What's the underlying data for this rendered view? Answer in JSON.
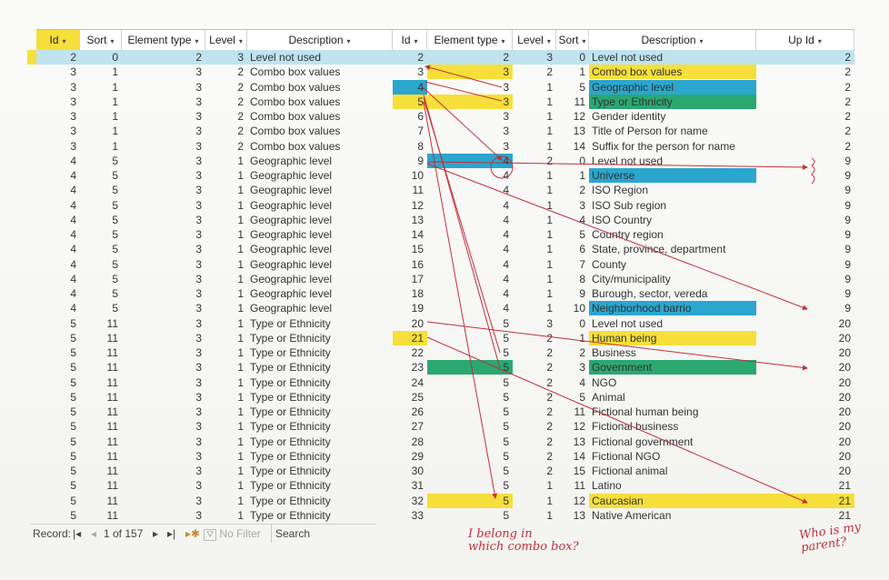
{
  "headers": {
    "left": [
      {
        "label": "Id",
        "arrow": "▾"
      },
      {
        "label": "Sort",
        "arrow": "▾"
      },
      {
        "label": "Element type",
        "arrow": "▾"
      },
      {
        "label": "Level",
        "arrow": "▾"
      },
      {
        "label": "Description",
        "arrow": "▾"
      }
    ],
    "right": [
      {
        "label": "Id",
        "arrow": "▾"
      },
      {
        "label": "Element type",
        "arrow": "▾"
      },
      {
        "label": "Level",
        "arrow": "▾"
      },
      {
        "label": "Sort",
        "arrow": "▾"
      },
      {
        "label": "Description",
        "arrow": "▾"
      },
      {
        "label": "Up Id",
        "arrow": "▾"
      }
    ]
  },
  "rows": [
    [
      "2",
      "0",
      "2",
      "3",
      "Level not used",
      "2",
      "2",
      "3",
      "0",
      "Level not used",
      "2"
    ],
    [
      "3",
      "1",
      "3",
      "2",
      "Combo box values",
      "3",
      "3",
      "2",
      "1",
      "Combo box values",
      "2"
    ],
    [
      "3",
      "1",
      "3",
      "2",
      "Combo box values",
      "4",
      "3",
      "1",
      "5",
      "Geographic level",
      "2"
    ],
    [
      "3",
      "1",
      "3",
      "2",
      "Combo box values",
      "5",
      "3",
      "1",
      "11",
      "Type or Ethnicity",
      "2"
    ],
    [
      "3",
      "1",
      "3",
      "2",
      "Combo box values",
      "6",
      "3",
      "1",
      "12",
      "Gender identity",
      "2"
    ],
    [
      "3",
      "1",
      "3",
      "2",
      "Combo box values",
      "7",
      "3",
      "1",
      "13",
      "Title of Person for name",
      "2"
    ],
    [
      "3",
      "1",
      "3",
      "2",
      "Combo box values",
      "8",
      "3",
      "1",
      "14",
      "Suffix for the person for name",
      "2"
    ],
    [
      "4",
      "5",
      "3",
      "1",
      "Geographic level",
      "9",
      "4",
      "2",
      "0",
      "Level not used",
      "9"
    ],
    [
      "4",
      "5",
      "3",
      "1",
      "Geographic level",
      "10",
      "4",
      "1",
      "1",
      "Universe",
      "9"
    ],
    [
      "4",
      "5",
      "3",
      "1",
      "Geographic level",
      "11",
      "4",
      "1",
      "2",
      "ISO Region",
      "9"
    ],
    [
      "4",
      "5",
      "3",
      "1",
      "Geographic level",
      "12",
      "4",
      "1",
      "3",
      "ISO Sub region",
      "9"
    ],
    [
      "4",
      "5",
      "3",
      "1",
      "Geographic level",
      "13",
      "4",
      "1",
      "4",
      "ISO Country",
      "9"
    ],
    [
      "4",
      "5",
      "3",
      "1",
      "Geographic level",
      "14",
      "4",
      "1",
      "5",
      "Country region",
      "9"
    ],
    [
      "4",
      "5",
      "3",
      "1",
      "Geographic level",
      "15",
      "4",
      "1",
      "6",
      "State, province, department",
      "9"
    ],
    [
      "4",
      "5",
      "3",
      "1",
      "Geographic level",
      "16",
      "4",
      "1",
      "7",
      "County",
      "9"
    ],
    [
      "4",
      "5",
      "3",
      "1",
      "Geographic level",
      "17",
      "4",
      "1",
      "8",
      "City/municipality",
      "9"
    ],
    [
      "4",
      "5",
      "3",
      "1",
      "Geographic level",
      "18",
      "4",
      "1",
      "9",
      "Burough, sector, vereda",
      "9"
    ],
    [
      "4",
      "5",
      "3",
      "1",
      "Geographic level",
      "19",
      "4",
      "1",
      "10",
      "Neighborhood barrio",
      "9"
    ],
    [
      "5",
      "11",
      "3",
      "1",
      "Type or Ethnicity",
      "20",
      "5",
      "3",
      "0",
      "Level not used",
      "20"
    ],
    [
      "5",
      "11",
      "3",
      "1",
      "Type or Ethnicity",
      "21",
      "5",
      "2",
      "1",
      "Human being",
      "20"
    ],
    [
      "5",
      "11",
      "3",
      "1",
      "Type or Ethnicity",
      "22",
      "5",
      "2",
      "2",
      "Business",
      "20"
    ],
    [
      "5",
      "11",
      "3",
      "1",
      "Type or Ethnicity",
      "23",
      "5",
      "2",
      "3",
      "Government",
      "20"
    ],
    [
      "5",
      "11",
      "3",
      "1",
      "Type or Ethnicity",
      "24",
      "5",
      "2",
      "4",
      "NGO",
      "20"
    ],
    [
      "5",
      "11",
      "3",
      "1",
      "Type or Ethnicity",
      "25",
      "5",
      "2",
      "5",
      "Animal",
      "20"
    ],
    [
      "5",
      "11",
      "3",
      "1",
      "Type or Ethnicity",
      "26",
      "5",
      "2",
      "11",
      "Fictional human being",
      "20"
    ],
    [
      "5",
      "11",
      "3",
      "1",
      "Type or Ethnicity",
      "27",
      "5",
      "2",
      "12",
      "Fictional business",
      "20"
    ],
    [
      "5",
      "11",
      "3",
      "1",
      "Type or Ethnicity",
      "28",
      "5",
      "2",
      "13",
      "Fictional government",
      "20"
    ],
    [
      "5",
      "11",
      "3",
      "1",
      "Type or Ethnicity",
      "29",
      "5",
      "2",
      "14",
      "Fictional NGO",
      "20"
    ],
    [
      "5",
      "11",
      "3",
      "1",
      "Type or Ethnicity",
      "30",
      "5",
      "2",
      "15",
      "Fictional animal",
      "20"
    ],
    [
      "5",
      "11",
      "3",
      "1",
      "Type or Ethnicity",
      "31",
      "5",
      "1",
      "11",
      "Latino",
      "21"
    ],
    [
      "5",
      "11",
      "3",
      "1",
      "Type or Ethnicity",
      "32",
      "5",
      "1",
      "12",
      "Caucasian",
      "21"
    ],
    [
      "5",
      "11",
      "3",
      "1",
      "Type or Ethnicity",
      "33",
      "5",
      "1",
      "13",
      "Native American",
      "21"
    ]
  ],
  "nav": {
    "record_label": "Record:",
    "first": "|◂",
    "prev": "◂",
    "position": "1 of 157",
    "next": "▸",
    "last": "▸|",
    "new": "▸✱",
    "no_filter": "No Filter",
    "search": "Search"
  },
  "annotations": {
    "combo_note_1": "I belong in",
    "combo_note_2": "which combo box?",
    "parent_note_1": "Who is my",
    "parent_note_2": "parent?"
  },
  "colors": {
    "highlight_yellow": "#f6df3a",
    "highlight_blue": "#2aa6cf",
    "highlight_green": "#2aa870",
    "ink_red": "#c2303b",
    "selected_row": "#bfe4f0"
  }
}
